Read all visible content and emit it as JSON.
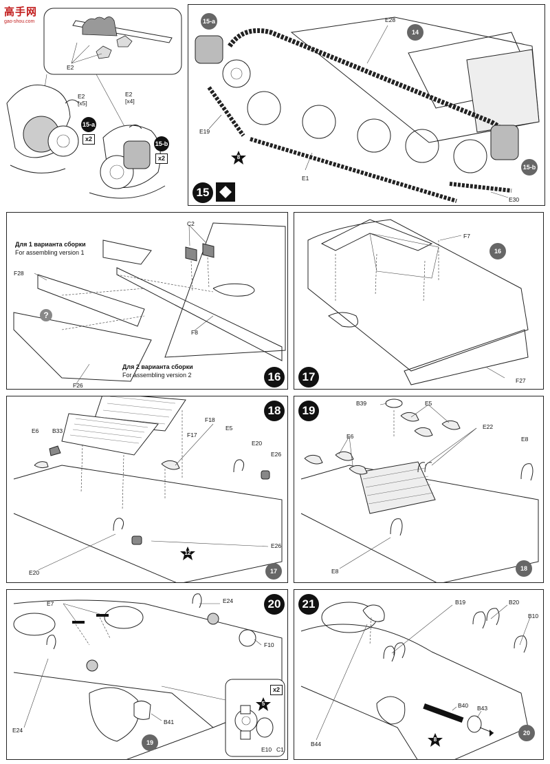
{
  "watermark": {
    "main": "高手网",
    "sub": "gao-shou.com"
  },
  "step15": {
    "number": "15",
    "callouts": [
      "E2",
      "E2",
      "E2",
      "E28",
      "E19",
      "E1",
      "E30"
    ],
    "qty": [
      "[x5]",
      "[x4]"
    ],
    "refs": [
      "15-a",
      "15-b",
      "15-a",
      "15-b",
      "14"
    ],
    "multipliers": [
      "x2",
      "x2"
    ],
    "star": "8"
  },
  "step16": {
    "number": "16",
    "version1_ru": "Для 1 варианта сборки",
    "version1_en": "For assembling version 1",
    "version2_ru": "Для 2 варианта сборки",
    "version2_en": "For assembling version 2",
    "callouts": [
      "C2",
      "F28",
      "F8",
      "F26"
    ],
    "question": "?"
  },
  "step17": {
    "number": "17",
    "callouts": [
      "F7",
      "F27"
    ],
    "ref": "16"
  },
  "step18": {
    "number": "18",
    "callouts": [
      "F18",
      "F17",
      "E5",
      "E6",
      "B33",
      "E20",
      "E26",
      "E20",
      "E26"
    ],
    "star": "12",
    "ref": "17"
  },
  "step19": {
    "number": "19",
    "callouts": [
      "B39",
      "E5",
      "E6",
      "E22",
      "E8",
      "E8"
    ],
    "ref": "18"
  },
  "step20": {
    "number": "20",
    "callouts": [
      "E7",
      "E24",
      "F10",
      "E24",
      "B41",
      "E10",
      "C1"
    ],
    "star": "5",
    "multiplier": "x2",
    "ref": "19"
  },
  "step21": {
    "number": "21",
    "callouts": [
      "B19",
      "B20",
      "B10",
      "B40",
      "B43",
      "B44"
    ],
    "star": "8",
    "ref": "20"
  },
  "colors": {
    "ink": "#111111",
    "ref_grey": "#666666",
    "watermark": "#c21d1d"
  }
}
